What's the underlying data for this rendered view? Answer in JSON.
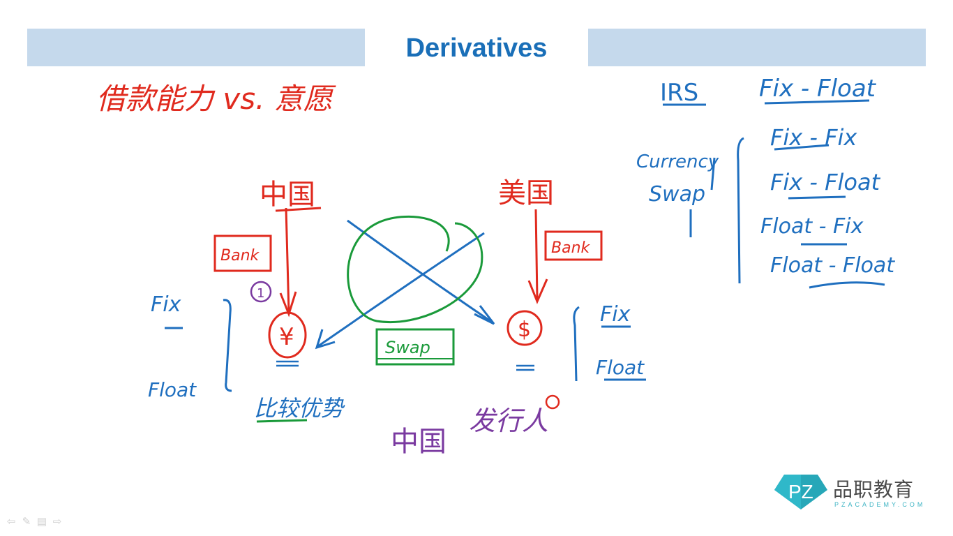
{
  "slide": {
    "title": "Derivatives"
  },
  "annotations": {
    "heading_cn": "借款能力 vs. 意愿",
    "china_top": "中国",
    "usa_top": "美国",
    "bank_left": "Bank",
    "bank_right": "Bank",
    "yuan_symbol": "¥",
    "dollar_symbol": "$",
    "circle_one": "1",
    "swap_box": "Swap",
    "fix_left": "Fix",
    "float_left": "Float",
    "fix_right": "Fix",
    "float_right": "Float",
    "comparative_advantage": "比较优势",
    "china_bottom": "中国",
    "issuer": "发行人",
    "irs": "IRS",
    "irs_type": "Fix - Float",
    "currency_swap_1": "Currency",
    "currency_swap_2": "Swap",
    "cs_items": [
      "Fix - Fix",
      "Fix - Float",
      "Float - Fix",
      "Float - Float"
    ]
  },
  "logo": {
    "mark": "PZ",
    "name_cn": "品职教育",
    "name_en": "PZACADEMY.COM"
  },
  "nav": {
    "prev": "⇦",
    "pen": "✎",
    "menu": "▤",
    "next": "⇨"
  },
  "colors": {
    "title_bar": "#c5d9ec",
    "title_text": "#1a6fb8",
    "ink_red": "#e02a1e",
    "ink_blue": "#1f6fbf",
    "ink_green": "#1a9a3a",
    "ink_purple": "#7a3aa0"
  }
}
